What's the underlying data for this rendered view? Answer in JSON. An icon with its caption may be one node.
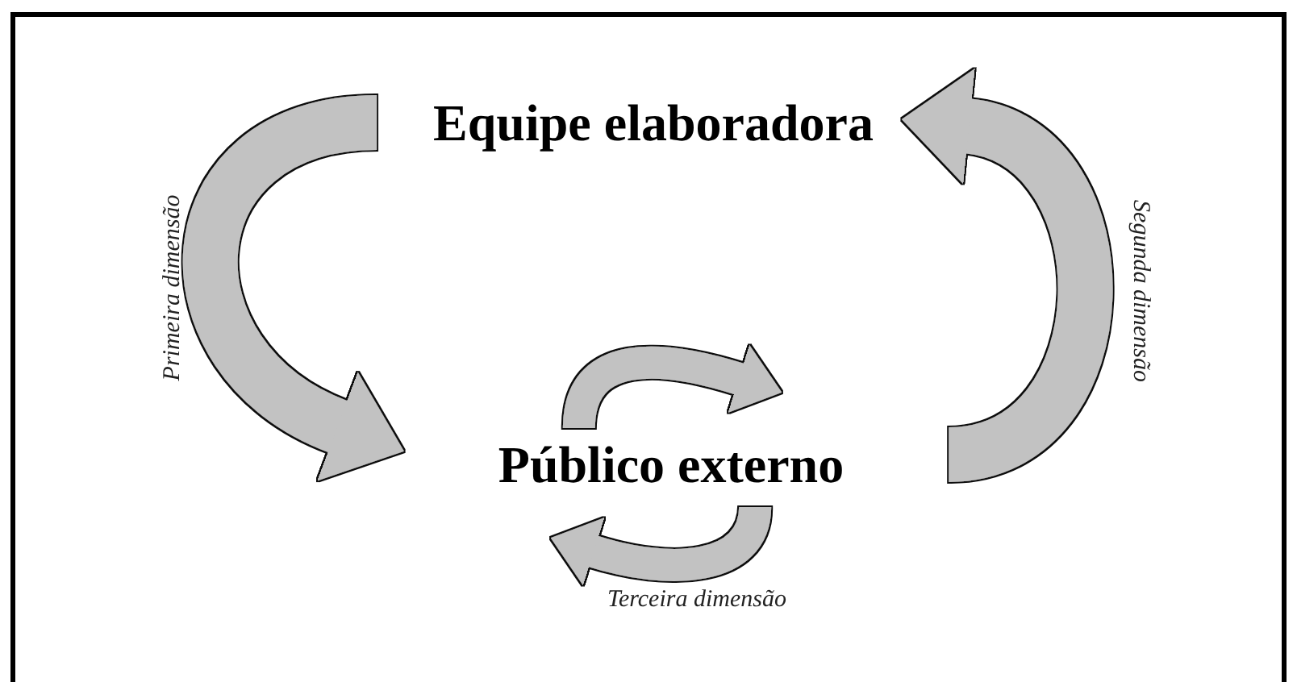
{
  "diagram": {
    "nodes": [
      {
        "text": [
          "Equipe elaboradora"
        ]
      },
      {
        "text": [
          "Público externo"
        ]
      }
    ],
    "edges": [
      {
        "from": 0,
        "to": 1,
        "arrow": "to",
        "label": "Primeira dimensão"
      },
      {
        "from": 1,
        "to": 0,
        "arrow": "to",
        "label": "Segunda dimensão"
      },
      {
        "from": null,
        "to": 1,
        "arrow": "to"
      },
      {
        "from": null,
        "to": 1,
        "arrow": "to",
        "label": "Terceira dimensão"
      }
    ]
  }
}
